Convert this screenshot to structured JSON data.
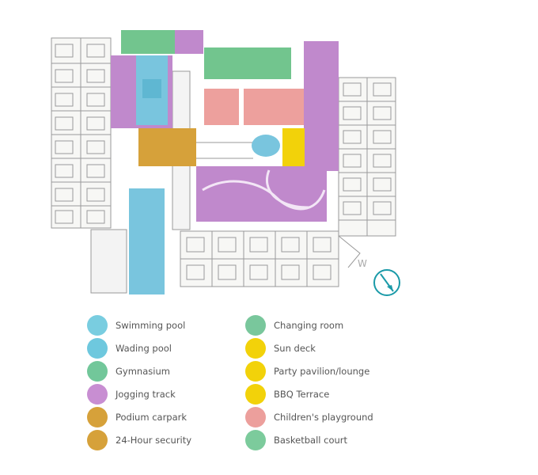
{
  "plan": {
    "zones": [
      {
        "id": "gym",
        "legend": "gymnasium"
      },
      {
        "id": "pool",
        "legend": "swimming_pool"
      },
      {
        "id": "wading",
        "legend": "wading_pool"
      },
      {
        "id": "carpark",
        "legend": "podium_carpark"
      },
      {
        "id": "jogging",
        "legend": "jogging_track"
      },
      {
        "id": "playground",
        "legend": "childrens_playground"
      },
      {
        "id": "basketball",
        "legend": "basketball_court"
      },
      {
        "id": "sundeck",
        "legend": "sun_deck"
      }
    ],
    "compass_marker": "W",
    "compass_icon": "north-arrow-compass"
  },
  "legend": {
    "left_column": [
      {
        "label": "Swimming pool",
        "color": "#79cde0"
      },
      {
        "label": "Wading pool",
        "color": "#6ec8de"
      },
      {
        "label": "Gymnasium",
        "color": "#72c79a"
      },
      {
        "label": "Jogging track",
        "color": "#c88ed2"
      },
      {
        "label": "Podium carpark",
        "color": "#d6a13a"
      },
      {
        "label": "24-Hour security",
        "color": "#d6a13a"
      }
    ],
    "right_column": [
      {
        "label": "Changing room",
        "color": "#79c79c"
      },
      {
        "label": "Sun deck",
        "color": "#f2d20a"
      },
      {
        "label": "Party pavilion/lounge",
        "color": "#f2d20a"
      },
      {
        "label": "BBQ Terrace",
        "color": "#f2d20a"
      },
      {
        "label": "Children's playground",
        "color": "#ec9f9c"
      },
      {
        "label": "Basketball court",
        "color": "#7ccb9c"
      }
    ]
  },
  "colors": {
    "pool": "#79c5de",
    "gym": "#72c58e",
    "jogging": "#c089cc",
    "carpark": "#d6a13a",
    "sundeck": "#f2d20a",
    "playground": "#eda09d",
    "line": "#8a8a8a",
    "compass": "#1a9aa8"
  }
}
